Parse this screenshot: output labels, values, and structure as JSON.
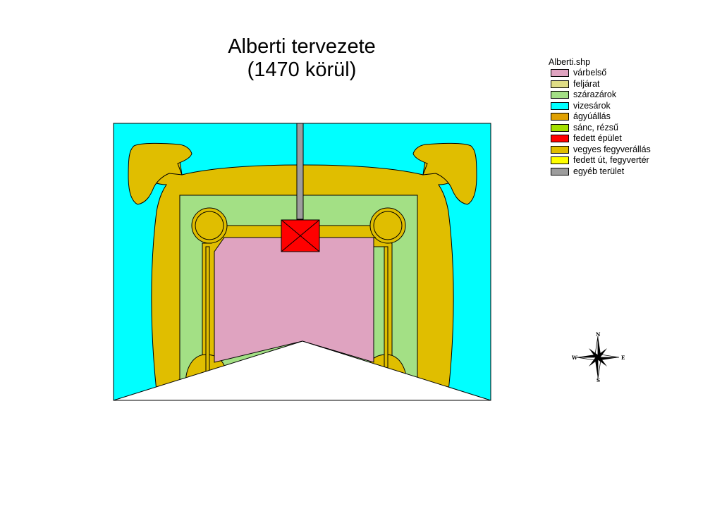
{
  "title": {
    "line1": "Alberti tervezete",
    "line2": "(1470 körül)"
  },
  "legend": {
    "title": "Alberti.shp",
    "items": [
      {
        "label": "várbelső",
        "color": "#dfa3c0"
      },
      {
        "label": "feljárat",
        "color": "#dfdd85"
      },
      {
        "label": "szárazárok",
        "color": "#a3e085"
      },
      {
        "label": "vizesárok",
        "color": "#00ffff"
      },
      {
        "label": "ágyúállás",
        "color": "#e0a000"
      },
      {
        "label": "sánc, rézsű",
        "color": "#a3e000"
      },
      {
        "label": "fedett épület",
        "color": "#ff0000"
      },
      {
        "label": "vegyes fegyverállás",
        "color": "#e0be00"
      },
      {
        "label": "fedett út, fegyvertér",
        "color": "#ffff00"
      },
      {
        "label": "egyéb terület",
        "color": "#9d9d9d"
      }
    ]
  },
  "compass": {
    "north": "N",
    "south": "S",
    "east": "E",
    "west": "W"
  }
}
